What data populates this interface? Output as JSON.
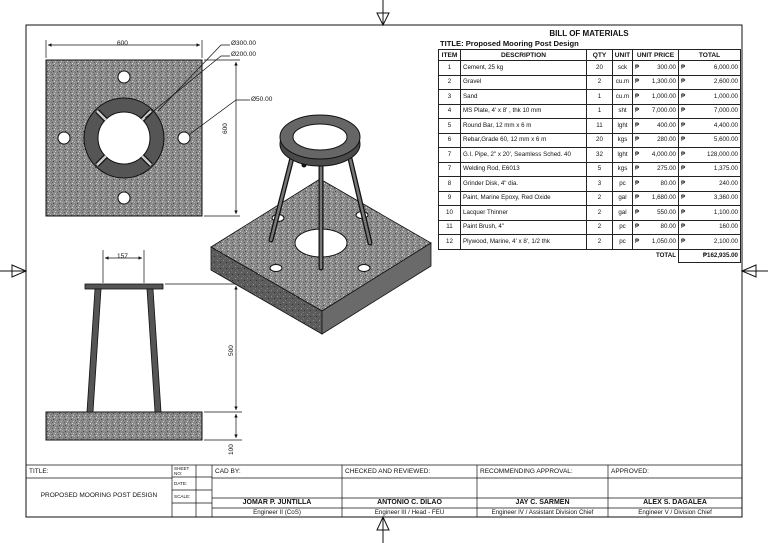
{
  "dimensions": {
    "top_width": "600",
    "top_height": "600",
    "ring_outer": "Ø300.00",
    "ring_inner": "Ø200.00",
    "hole": "Ø50.00",
    "elev_top": "157",
    "elev_height": "500",
    "elev_base": "100"
  },
  "bom": {
    "title": "BILL OF MATERIALS",
    "subtitle": "TITLE: Proposed Mooring Post Design",
    "headers": [
      "ITEM",
      "DESCRIPTION",
      "QTY",
      "UNIT",
      "UNIT PRICE",
      "TOTAL"
    ],
    "currency": "₱",
    "rows": [
      {
        "item": "1",
        "desc": "Cement, 25 kg",
        "qty": "20",
        "unit": "sck",
        "price": "300.00",
        "total": "6,000.00"
      },
      {
        "item": "2",
        "desc": "Gravel",
        "qty": "2",
        "unit": "cu.m",
        "price": "1,300.00",
        "total": "2,600.00"
      },
      {
        "item": "3",
        "desc": "Sand",
        "qty": "1",
        "unit": "cu.m",
        "price": "1,000.00",
        "total": "1,000.00"
      },
      {
        "item": "4",
        "desc": "MS Plate, 4' x 8' , thk 10 mm",
        "qty": "1",
        "unit": "sht",
        "price": "7,000.00",
        "total": "7,000.00"
      },
      {
        "item": "5",
        "desc": "Round Bar, 12 mm x 6 m",
        "qty": "11",
        "unit": "lght",
        "price": "400.00",
        "total": "4,400.00"
      },
      {
        "item": "6",
        "desc": "Rebar,Grade 60, 12 mm x 6 m",
        "qty": "20",
        "unit": "kgs",
        "price": "280.00",
        "total": "5,600.00"
      },
      {
        "item": "7",
        "desc": "G.I. Pipe, 2\" x 20', Seamless Sched. 40",
        "qty": "32",
        "unit": "lght",
        "price": "4,000.00",
        "total": "128,000.00"
      },
      {
        "item": "7",
        "desc": "Welding Rod, E6013",
        "qty": "5",
        "unit": "kgs",
        "price": "275.00",
        "total": "1,375.00"
      },
      {
        "item": "8",
        "desc": "Grinder Disk, 4\" dia.",
        "qty": "3",
        "unit": "pc",
        "price": "80.00",
        "total": "240.00"
      },
      {
        "item": "9",
        "desc": "Paint, Marine Epoxy, Red Oxide",
        "qty": "2",
        "unit": "gal",
        "price": "1,680.00",
        "total": "3,360.00"
      },
      {
        "item": "10",
        "desc": "Lacquer Thinner",
        "qty": "2",
        "unit": "gal",
        "price": "550.00",
        "total": "1,100.00"
      },
      {
        "item": "11",
        "desc": "Paint Brush, 4\"",
        "qty": "2",
        "unit": "pc",
        "price": "80.00",
        "total": "160.00"
      },
      {
        "item": "12",
        "desc": "Plywood, Marine, 4' x 8', 1/2 thk",
        "qty": "2",
        "unit": "pc",
        "price": "1,050.00",
        "total": "2,100.00"
      }
    ],
    "total_label": "TOTAL",
    "grand_total": "₱162,935.00"
  },
  "title_block": {
    "title_label": "TITLE:",
    "sheet_label": "SHEET NO:",
    "date_label": "DATE:",
    "scale_label": "SCALE:",
    "project_name": "PROPOSED MOORING POST DESIGN",
    "cad_by_label": "CAD BY:",
    "checked_label": "CHECKED AND REVIEWED:",
    "recommending_label": "RECOMMENDING APPROVAL:",
    "approved_label": "APPROVED:",
    "signatories": [
      {
        "name": "JOMAR P. JUNTILLA",
        "role": "Engineer II (CoS)"
      },
      {
        "name": "ANTONIO C. DILAO",
        "role": "Engineer III / Head - FEU"
      },
      {
        "name": "JAY C. SARMEN",
        "role": "Engineer IV / Assistant Division Chief"
      },
      {
        "name": "ALEX S. DAGALEA",
        "role": "Engineer V / Division Chief"
      }
    ]
  },
  "colors": {
    "line": "#111111",
    "concrete": "#8c8c8c",
    "concrete_dark": "#5a5a5a",
    "steel": "#555555"
  }
}
